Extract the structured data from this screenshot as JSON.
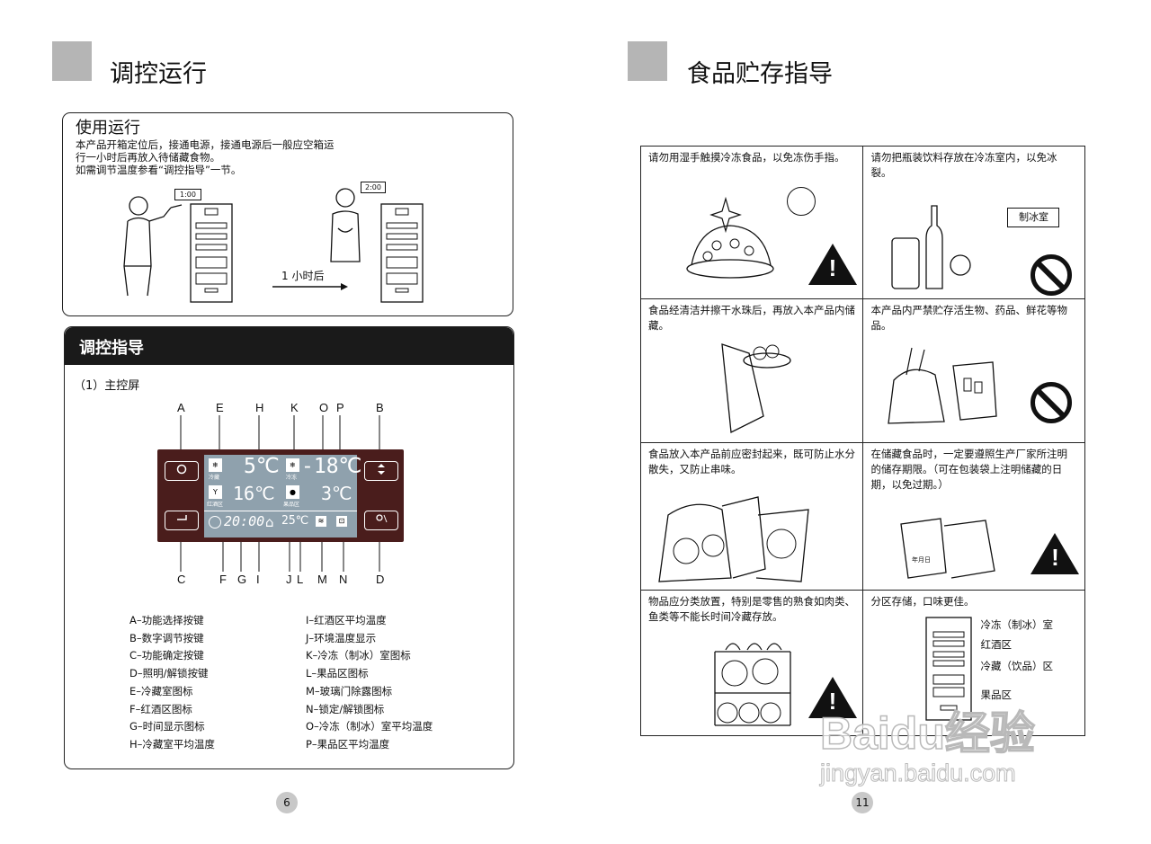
{
  "left": {
    "title": "调控运行",
    "usage": {
      "heading": "使用运行",
      "lines": [
        "本产品开箱定位后，接通电源，接通电源后一般应空箱运",
        "行一小时后再放入待储藏食物。",
        "如需调节温度参看“调控指导”一节。"
      ],
      "clock1": "1:00",
      "clock2": "2:00",
      "after_label": "1  小时后"
    },
    "guide": {
      "header": "调控指导",
      "subtitle": "（1）主控屏",
      "top_letters": [
        "A",
        "E",
        "H",
        "K",
        "O",
        "P",
        "B"
      ],
      "bottom_letters": [
        "C",
        "F",
        "G",
        "I",
        "J",
        "L",
        "M",
        "N",
        "D"
      ],
      "display": {
        "fridge_temp": "5℃",
        "freezer_temp": "-18℃",
        "wine_temp": "16℃",
        "fruit_temp": "3℃",
        "time": "20:00",
        "ambient": "25℃",
        "icon_fridge": "冷藏",
        "icon_freezer": "冷冻",
        "icon_wine": "红酒区",
        "icon_fruit": "果品区"
      },
      "legend_left": [
        "A–功能选择按键",
        "B–数字调节按键",
        "C–功能确定按键",
        "D–照明/解锁按键",
        "E–冷藏室图标",
        "F–红酒区图标",
        "G–时间显示图标",
        "H–冷藏室平均温度"
      ],
      "legend_right": [
        "I–红酒区平均温度",
        "J–环境温度显示",
        "K–冷冻（制冰）室图标",
        "L–果品区图标",
        "M–玻璃门除露图标",
        "N–锁定/解锁图标",
        "O–冷冻（制冰）室平均温度",
        "P–果品区平均温度"
      ]
    },
    "page_number": "6"
  },
  "right": {
    "title": "食品贮存指导",
    "cells": [
      {
        "text": "请勿用湿手触摸冷冻食品，以免冻伤手指。",
        "icon": "warning-icon"
      },
      {
        "text": "请勿把瓶装饮料存放在冷冻室内，以免冰裂。",
        "icon": "prohibited-icon",
        "sign": "制冰室"
      },
      {
        "text": "食品经清洁并擦干水珠后，再放入本产品内储藏。",
        "icon": "none"
      },
      {
        "text": "本产品内严禁贮存活生物、药品、鲜花等物品。",
        "icon": "prohibited-icon"
      },
      {
        "text": "食品放入本产品前应密封起来，既可防止水分散失，又防止串味。",
        "icon": "none"
      },
      {
        "text": "在储藏食品时，一定要遵照生产厂家所注明的储存期限。（可在包装袋上注明储藏的日期，以免过期。）",
        "icon": "warning-icon"
      },
      {
        "text": "物品应分类放置，特别是零售的熟食如肉类、鱼类等不能长时间冷藏存放。",
        "icon": "warning-icon"
      },
      {
        "text": "分区存储，口味更佳。",
        "icon": "none",
        "zones": [
          "冷冻（制冰）室",
          "红酒区",
          "冷藏（饮品）区",
          "果品区"
        ]
      }
    ],
    "page_number": "11"
  },
  "watermark": {
    "brand": "Baidu经验",
    "url": "jingyan.baidu.com"
  },
  "colors": {
    "panel": "#4a1d1c",
    "screen": "#8fa1ad",
    "header_bar": "#1a1a1a",
    "grey_square": "#b5b5b5"
  }
}
